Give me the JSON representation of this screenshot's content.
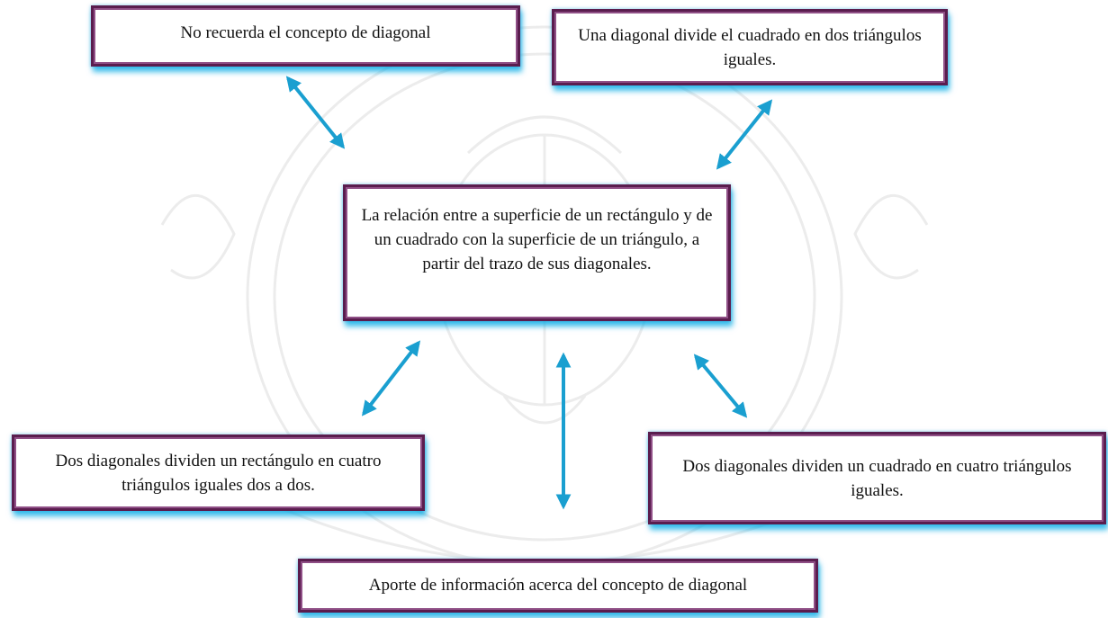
{
  "diagram": {
    "center_node": "La relación entre a superficie de un rectángulo y de un cuadrado con la superficie de un triángulo, a partir del trazo de sus diagonales.",
    "top_left_node": "No recuerda el concepto de diagonal",
    "top_right_node": "Una diagonal divide el cuadrado  en dos triángulos iguales.",
    "bottom_left_node": "Dos diagonales dividen un rectángulo en cuatro triángulos iguales dos a dos.",
    "bottom_right_node": "Dos diagonales dividen un cuadrado en cuatro triángulos iguales.",
    "bottom_node": "Aporte de información acerca del concepto de diagonal",
    "arrow_style": "double-headed",
    "colors": {
      "arrow": "#1a9fd0",
      "box_border": "#5a1d4e",
      "box_glow": "#00aae6"
    }
  }
}
